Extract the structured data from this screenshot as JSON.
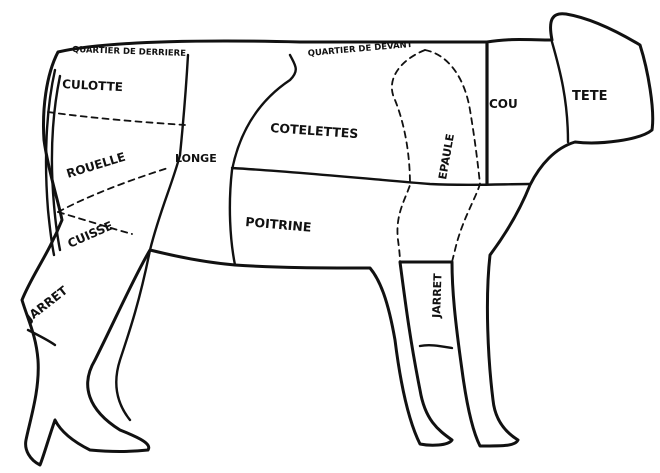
{
  "labels": {
    "quartier_derriere": "QUARTIER DE DERRIERE",
    "quartier_devant": "QUARTIER DE DEVANT",
    "culotte": "CULOTTE",
    "rouelle": "ROUELLE",
    "cuisse": "CUISSE",
    "jarret_arriere": "JARRET",
    "longe": "LONGE",
    "cotelettes": "COTELETTES",
    "epaule": "EPAULE",
    "cou": "COU",
    "tete": "TETE",
    "poitrine": "POITRINE",
    "jarret_avant": "JARRET"
  }
}
